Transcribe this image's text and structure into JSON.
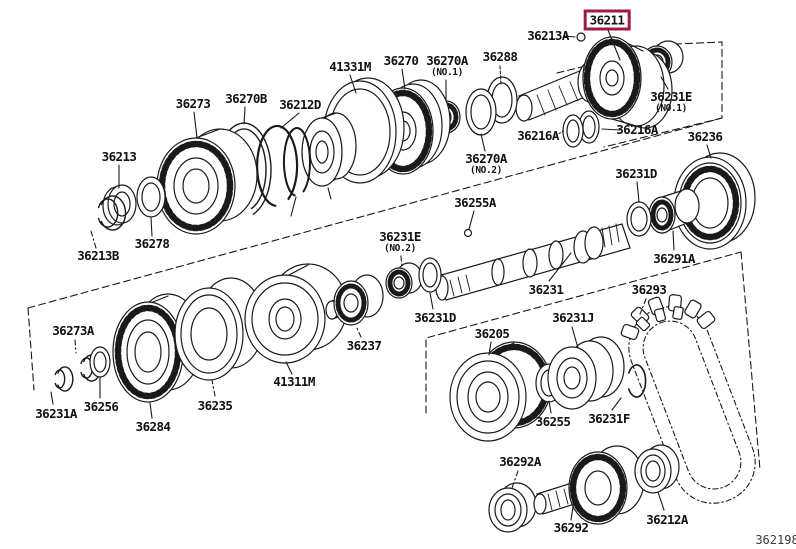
{
  "figure": {
    "code": "362198"
  },
  "colors": {
    "highlight": "#9d1c3f",
    "line": "#1a1a1a",
    "background": "#ffffff"
  },
  "highlighted_part": "36211",
  "labels": {
    "t36213": {
      "text": "36213"
    },
    "t36278": {
      "text": "36278"
    },
    "t36213b": {
      "text": "36213B"
    },
    "t36273": {
      "text": "36273"
    },
    "t36270b": {
      "text": "36270B"
    },
    "t36212d": {
      "text": "36212D"
    },
    "t41331m": {
      "text": "41331M"
    },
    "t36270": {
      "text": "36270"
    },
    "t36270a1": {
      "text": "36270A",
      "sub": "(NO.1)"
    },
    "t36288": {
      "text": "36288"
    },
    "t36213a": {
      "text": "36213A"
    },
    "t36211": {
      "text": "36211"
    },
    "t36231e1": {
      "text": "36231E",
      "sub": "(NO.1)"
    },
    "t36216a_l": {
      "text": "36216A"
    },
    "t36216a_r": {
      "text": "36216A"
    },
    "t36270a2": {
      "text": "36270A",
      "sub": "(NO.2)"
    },
    "t36236": {
      "text": "36236"
    },
    "t36231d_r": {
      "text": "36231D"
    },
    "t36255a": {
      "text": "36255A"
    },
    "t36291a": {
      "text": "36291A"
    },
    "t36231e2": {
      "text": "36231E",
      "sub": "(NO.2)"
    },
    "t36231d_l": {
      "text": "36231D"
    },
    "t36231": {
      "text": "36231"
    },
    "t36205": {
      "text": "36205"
    },
    "t36231j": {
      "text": "36231J"
    },
    "t36255": {
      "text": "36255"
    },
    "t36231f": {
      "text": "36231F"
    },
    "t36293": {
      "text": "36293"
    },
    "t36273a": {
      "text": "36273A"
    },
    "t36231a": {
      "text": "36231A"
    },
    "t36256": {
      "text": "36256"
    },
    "t36284": {
      "text": "36284"
    },
    "t36235": {
      "text": "36235"
    },
    "t41311m_b": {
      "text": "41311M"
    },
    "t36237": {
      "text": "36237"
    },
    "t36292a": {
      "text": "36292A"
    },
    "t36292": {
      "text": "36292"
    },
    "t36212a": {
      "text": "36212A"
    }
  }
}
